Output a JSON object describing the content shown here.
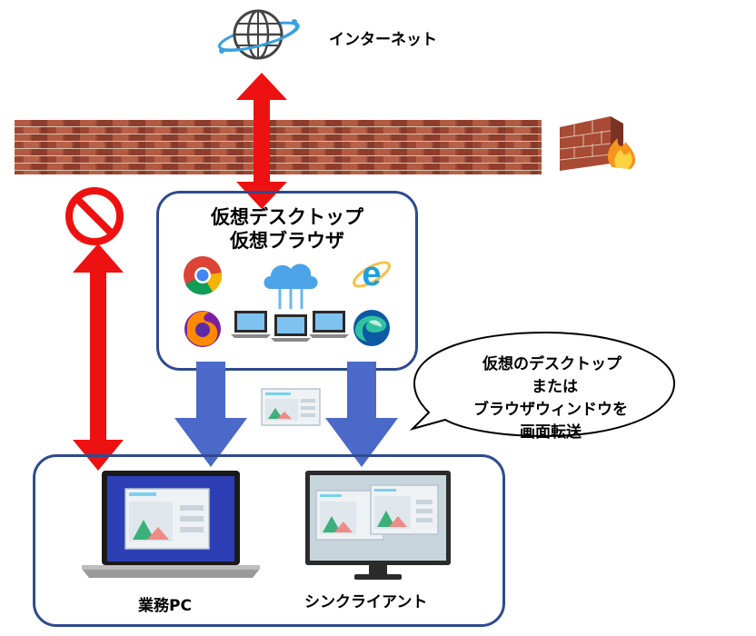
{
  "internet": {
    "label": "インターネット",
    "icon": "globe-icon"
  },
  "firewall": {
    "icon": "firewall-icon"
  },
  "virtual_box": {
    "title_line1": "仮想デスクトップ",
    "title_line2": "仮想ブラウザ",
    "browsers": [
      "chrome-icon",
      "internet-explorer-icon",
      "firefox-icon",
      "edge-icon"
    ]
  },
  "callout": {
    "lines": [
      "仮想のデスクトップ",
      "または",
      "ブラウザウィンドウを",
      "画面転送"
    ]
  },
  "clients": {
    "business_pc": "業務PC",
    "thin_client": "シンクライアント"
  },
  "blocked_icon": "prohibited-icon",
  "colors": {
    "box_border": "#2f4a8f",
    "red_arrow": "#ee1111",
    "blue_arrow": "#4a69c8",
    "brick": "#9c4432",
    "laptop_screen": "#2e3fb5"
  }
}
